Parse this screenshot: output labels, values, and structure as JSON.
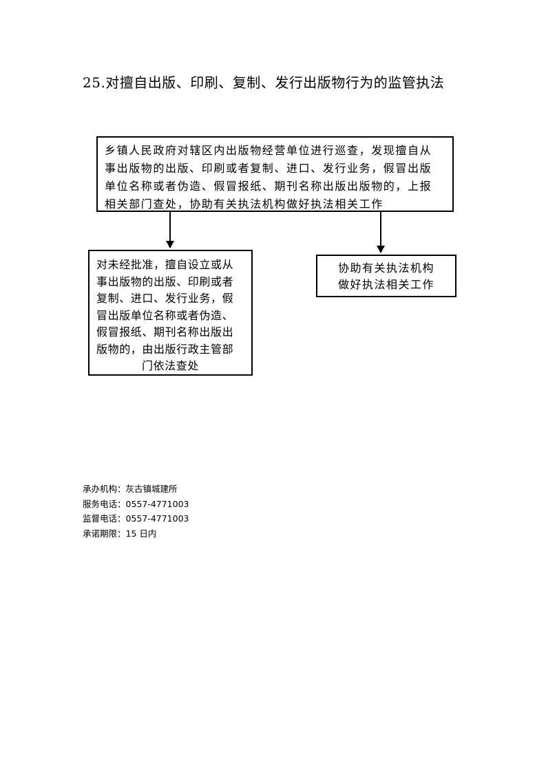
{
  "title": "25.对擅自出版、印刷、复制、发行出版物行为的监管执法",
  "flow": {
    "top_box": {
      "lines": [
        "乡镇人民政府对辖区内出版物经营单位进行巡查，发现擅自从",
        "事出版物的出版、印刷或者复制、进口、发行业务，假冒出版",
        "单位名称或者伪造、假冒报纸、期刊名称出版出版物的，上报",
        "相关部门查处，协助有关执法机构做好执法相关工作"
      ]
    },
    "left_box": {
      "lines": [
        "对未经批准，擅自设立或从",
        "事出版物的出版、印刷或者",
        "复制、进口、发行业务，假",
        "冒出版单位名称或者伪造、",
        "假冒报纸、期刊名称出版出",
        "版物的，由出版行政主管部",
        "门依法查处"
      ]
    },
    "right_box": {
      "lines": [
        "协助有关执法机构",
        "做好执法相关工作"
      ]
    }
  },
  "footer": {
    "agency": "承办机构：灰古镇城建所",
    "service_phone": "服务电话：0557-4771003",
    "supervision_phone": "监督电话：0557-4771003",
    "time_limit": "承诺期限：15 日内"
  }
}
